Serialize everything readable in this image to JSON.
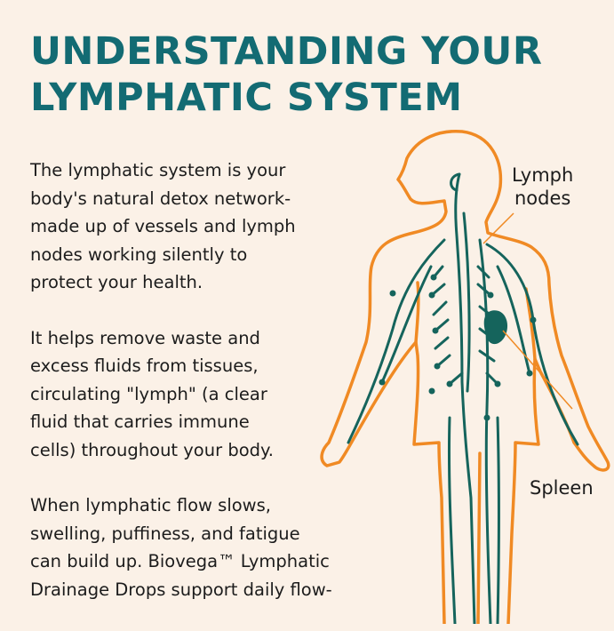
{
  "title": {
    "line1": "UNDERSTANDING YOUR",
    "line2": "LYMPHATIC SYSTEM"
  },
  "paragraphs": [
    [
      "The lymphatic system is your",
      "body's natural detox network-",
      "made up of vessels and lymph",
      "nodes working silently to",
      "protect your health."
    ],
    [
      "It helps remove waste and",
      "excess fluids from tissues,",
      "circulating \"lymph\" (a clear",
      "fluid that carries immune",
      "cells) throughout your body."
    ],
    [
      "When lymphatic flow slows,",
      "swelling, puffiness, and fatigue",
      "can build up. Biovega™ Lymphatic",
      "Drainage Drops support daily flow-"
    ]
  ],
  "labels": {
    "lymph_nodes_line1": "Lymph",
    "lymph_nodes_line2": "nodes",
    "spleen": "Spleen"
  },
  "colors": {
    "background": "#fbf1e7",
    "title": "#136b73",
    "body_outline": "#f08a24",
    "lymph_vessels": "#15645c"
  }
}
